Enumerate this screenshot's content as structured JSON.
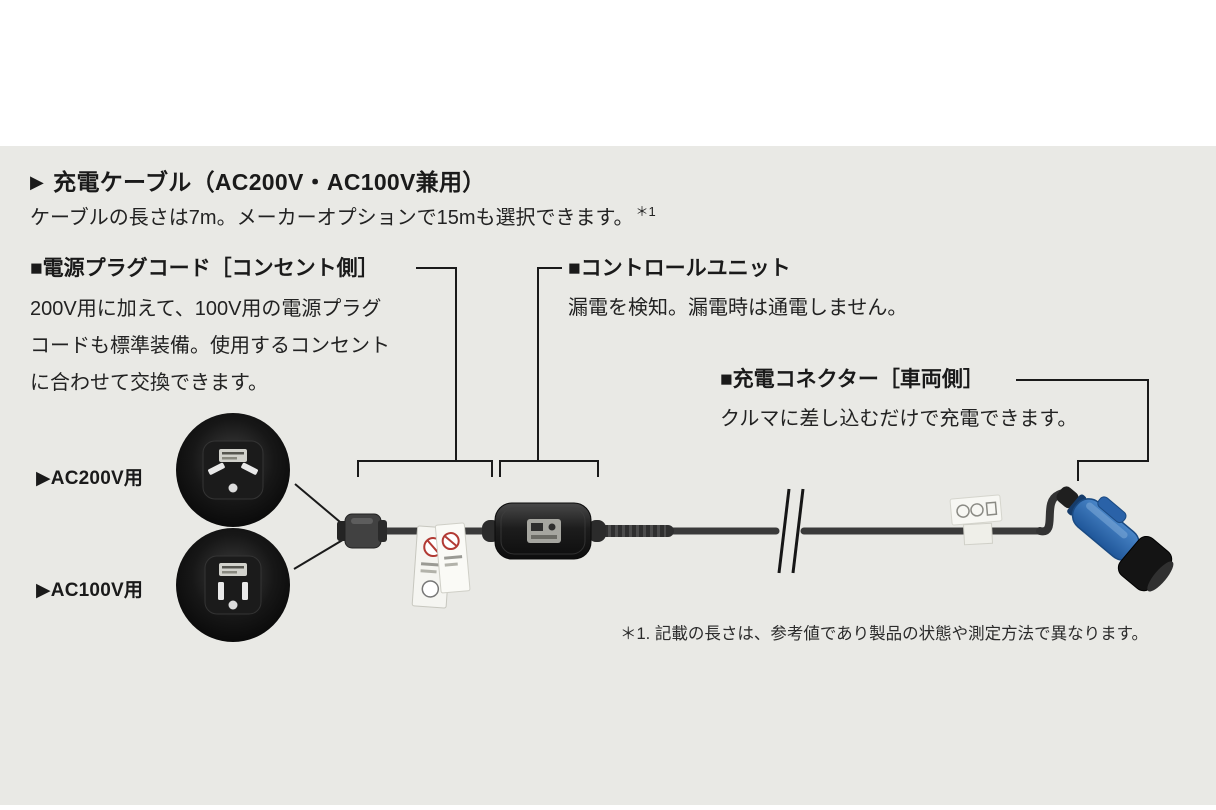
{
  "title": {
    "marker": "▶",
    "text": "充電ケーブル（AC200V・AC100V兼用）",
    "subtitle": "ケーブルの長さは7m。メーカーオプションで15mも選択できます。",
    "note_ref": "＊1"
  },
  "sections": {
    "plug_cord": {
      "heading": "■電源プラグコード［コンセント側］",
      "body_lines": [
        "200V用に加えて、100V用の電源プラグ",
        "コードも標準装備。使用するコンセント",
        "に合わせて交換できます。"
      ]
    },
    "control_unit": {
      "heading": "■コントロールユニット",
      "body": "漏電を検知。漏電時は通電しません。"
    },
    "connector": {
      "heading": "■充電コネクター［車両側］",
      "body": "クルマに差し込むだけで充電できます。"
    }
  },
  "plug_labels": {
    "ac200": "▶AC200V用",
    "ac100": "▶AC100V用"
  },
  "footnote": "＊1. 記載の長さは、参考値であり製品の状態や測定方法で異なります。",
  "colors": {
    "band": "#e9e9e5",
    "text": "#1a1a1a",
    "cable": "#3a3a3a",
    "connector_blue": "#2f6db8"
  }
}
